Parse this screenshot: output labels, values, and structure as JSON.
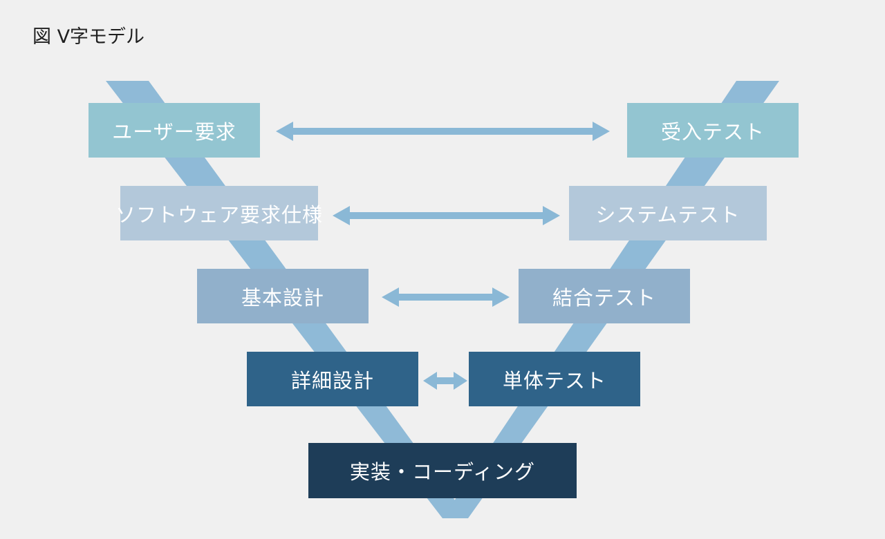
{
  "figure": {
    "caption": "図 V字モデル"
  },
  "colors": {
    "background": "#f0f0f0",
    "v_band": "#8fbad7",
    "arrow": "#8ab8d6",
    "tier1": "#93c5d1",
    "tier2": "#b3c8da",
    "tier3": "#91b0cb",
    "tier4": "#2f6389",
    "tier5": "#1e3d58"
  },
  "left_stages": [
    {
      "label": "ユーザー要求"
    },
    {
      "label": "ソフトウェア要求仕様"
    },
    {
      "label": "基本設計"
    },
    {
      "label": "詳細設計"
    }
  ],
  "right_stages": [
    {
      "label": "受入テスト"
    },
    {
      "label": "システムテスト"
    },
    {
      "label": "結合テスト"
    },
    {
      "label": "単体テスト"
    }
  ],
  "bottom_stage": {
    "label": "実装・コーディング"
  },
  "connections": [
    {
      "from": "ユーザー要求",
      "to": "受入テスト",
      "type": "bidirectional"
    },
    {
      "from": "ソフトウェア要求仕様",
      "to": "システムテスト",
      "type": "bidirectional"
    },
    {
      "from": "基本設計",
      "to": "結合テスト",
      "type": "bidirectional"
    },
    {
      "from": "詳細設計",
      "to": "単体テスト",
      "type": "bidirectional"
    }
  ]
}
